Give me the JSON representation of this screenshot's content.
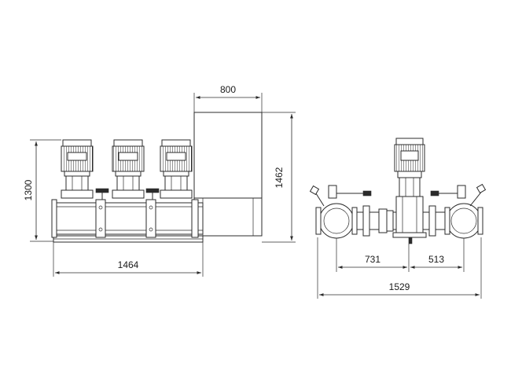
{
  "dimensions": {
    "front_height": "1300",
    "front_width": "1464",
    "tank_width": "800",
    "tank_height": "1462",
    "side_left": "731",
    "side_right": "513",
    "side_total": "1529"
  },
  "colors": {
    "line": "#2b2b2b",
    "background": "#ffffff"
  }
}
